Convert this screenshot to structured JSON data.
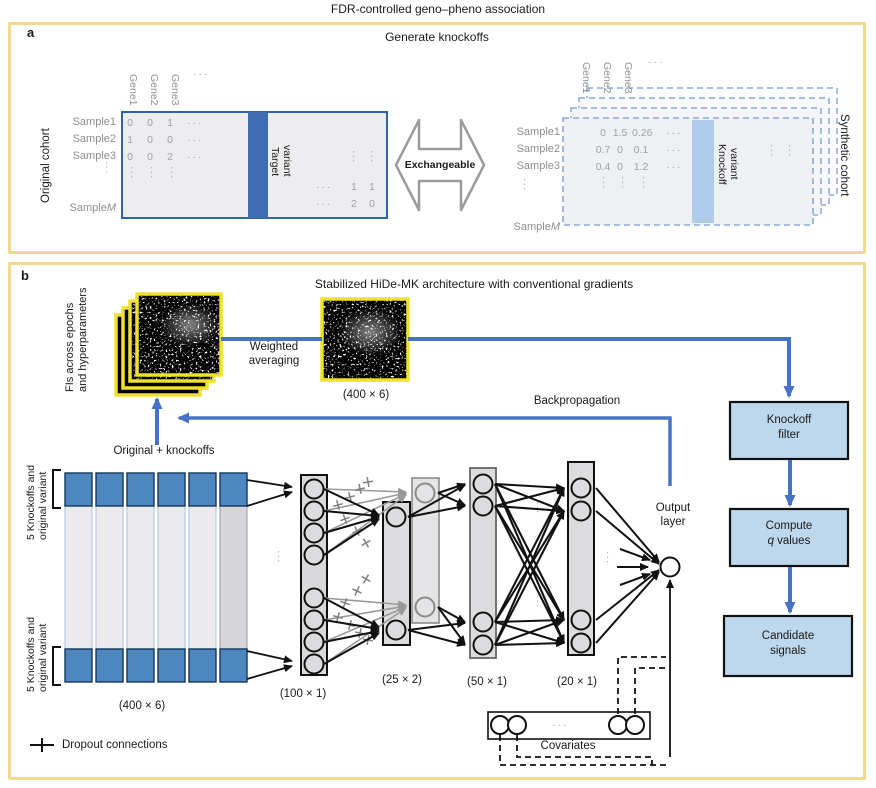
{
  "title": "FDR-controlled geno–pheno association",
  "dots_h": "···",
  "dots_v": "···",
  "panel_a": {
    "label": "a",
    "heading": "Generate knockoffs",
    "exchange_label": "Exchangeable",
    "original": {
      "side_label": "Original cohort",
      "col_labels": [
        "Gene1",
        "Gene2",
        "Gene3"
      ],
      "row_labels": [
        "Sample1",
        "Sample2",
        "Sample3"
      ],
      "row_label_m_prefix": "Sample",
      "row_label_m_suffix": "M",
      "rows": [
        [
          "0",
          "0",
          "1"
        ],
        [
          "1",
          "0",
          "0"
        ],
        [
          "0",
          "0",
          "2"
        ]
      ],
      "corner_rows": [
        [
          "1",
          "1"
        ],
        [
          "2",
          "0"
        ]
      ],
      "target_label_line1": "Target",
      "target_label_line2": "variant"
    },
    "synthetic": {
      "side_label": "Synthetic cohort",
      "col_labels": [
        "Gene1",
        "Gene2",
        "Gene3"
      ],
      "row_labels": [
        "Sample1",
        "Sample2",
        "Sample3"
      ],
      "row_label_m_prefix": "Sample",
      "row_label_m_suffix": "M",
      "rows": [
        [
          "0",
          "1.5",
          "0.26"
        ],
        [
          "0.7",
          "0",
          "0.1"
        ],
        [
          "0.4",
          "0",
          "1.2"
        ]
      ],
      "knockoff_label_line1": "Knockoff",
      "knockoff_label_line2": "variant"
    }
  },
  "panel_b": {
    "label": "b",
    "heading": "Stabilized HiDe-MK architecture with conventional gradients",
    "fi_stack_label_line1": "FIs across epochs",
    "fi_stack_label_line2": "and hyperparameters",
    "weighted_avg_line1": "Weighted",
    "weighted_avg_line2": "averaging",
    "fi_matrix_dim": "(400 × 6)",
    "backprop_label": "Backpropagation",
    "input_label": "Original + knockoffs",
    "knockoff_group_line1": "5 Knockoffs and",
    "knockoff_group_line2": "original variant",
    "input_dim": "(400 × 6)",
    "layer_dims": [
      "(100 × 1)",
      "(25 × 2)",
      "(50 × 1)",
      "(20 × 1)"
    ],
    "output_label_line1": "Output",
    "output_label_line2": "layer",
    "covariates_label": "Covariates",
    "dropout_legend": "Dropout connections",
    "flow_boxes": [
      {
        "line1": "Knockoff",
        "line2": "filter"
      },
      {
        "line1": "Compute",
        "line2_italic": "q",
        "line2_rest": "values"
      },
      {
        "line1": "Candidate",
        "line2": "signals"
      }
    ]
  },
  "colors": {
    "accent_blue": "#4673C5",
    "matrix_blue": "#3E6DB5",
    "knockoff_blue": "#AECBEA",
    "box_fill": "#BDD7EC",
    "panel_border": "#F3D98E",
    "fi_border": "#EFE12C"
  }
}
